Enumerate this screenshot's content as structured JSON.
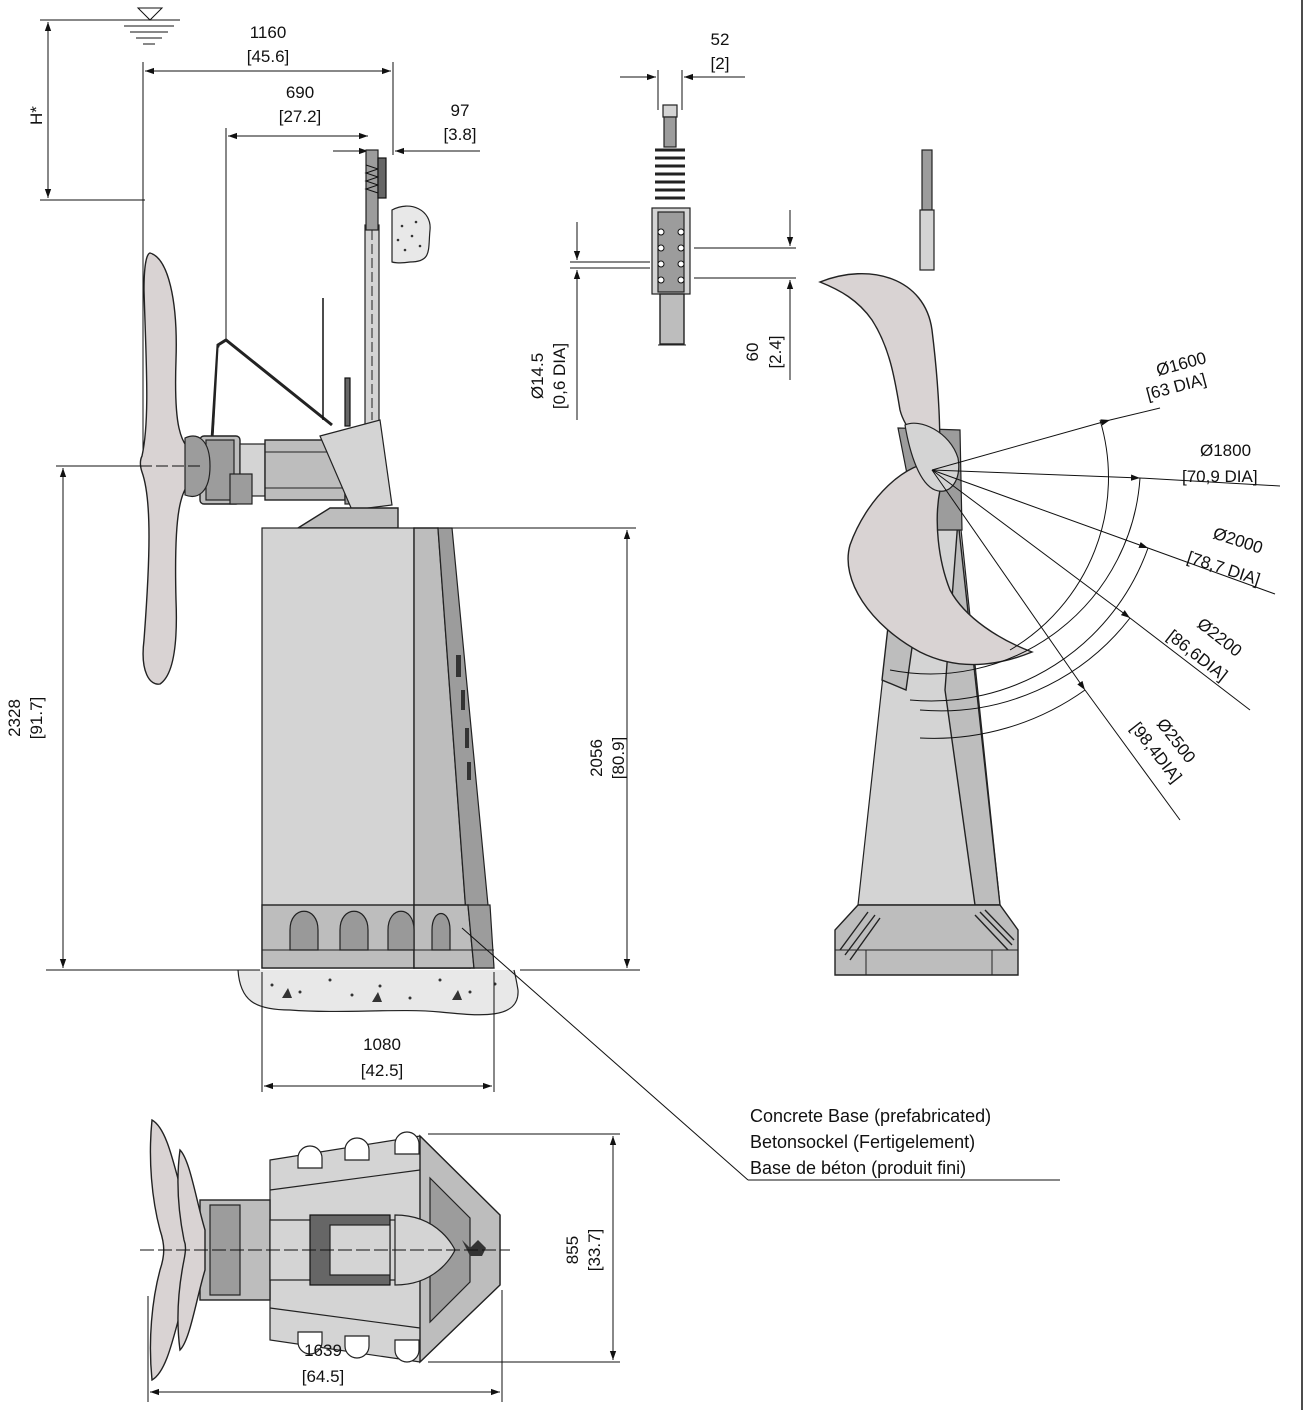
{
  "side_view": {
    "dims": {
      "h_star": "H*",
      "overall_len": {
        "mm": "1160",
        "in": "[45.6]"
      },
      "mount_offset": {
        "mm": "690",
        "in": "[27.2]"
      },
      "bracket_offset": {
        "mm": "97",
        "in": "[3.8]"
      },
      "total_height": {
        "mm": "2328",
        "in": "[91.7]"
      },
      "base_height": {
        "mm": "2056",
        "in": "[80.9]"
      },
      "base_width": {
        "mm": "1080",
        "in": "[42.5]"
      }
    }
  },
  "detail_view": {
    "dims": {
      "guide_width": {
        "mm": "52",
        "in": "[2]"
      },
      "hole_dia": {
        "mm": "Ø14.5",
        "in": "[0,6 DIA]"
      },
      "spacing": {
        "mm": "60",
        "in": "[2.4]"
      }
    }
  },
  "front_view": {
    "diameters": [
      {
        "mm": "Ø1600",
        "in": "[63 DIA]"
      },
      {
        "mm": "Ø1800",
        "in": "[70,9 DIA]"
      },
      {
        "mm": "Ø2000",
        "in": "[78,7 DIA]"
      },
      {
        "mm": "Ø2200",
        "in": "[86,6DIA]"
      },
      {
        "mm": "Ø2500",
        "in": "[98,4DIA]"
      }
    ]
  },
  "top_view": {
    "dims": {
      "width": {
        "mm": "855",
        "in": "[33.7]"
      },
      "length": {
        "mm": "1639",
        "in": "[64.5]"
      }
    }
  },
  "label": {
    "line1": "Concrete Base (prefabricated)",
    "line2": "Betonsockel (Fertigelement)",
    "line3": "Base de béton (produit fini)"
  }
}
